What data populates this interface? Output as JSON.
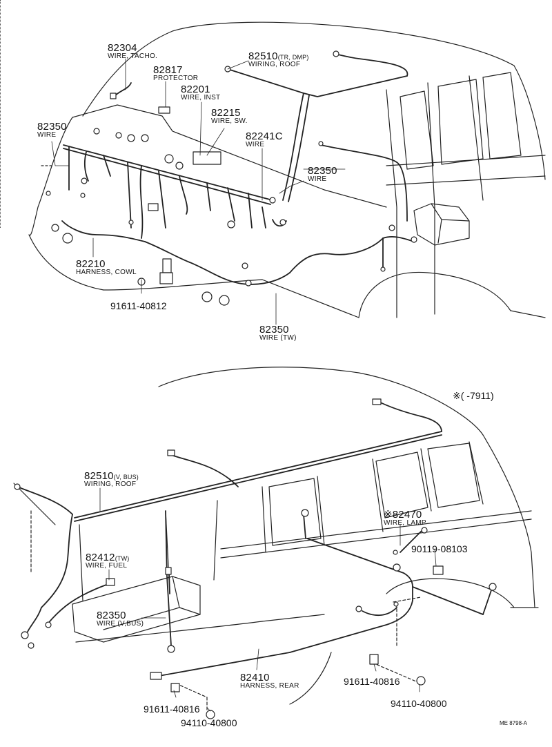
{
  "top": {
    "labels": [
      {
        "id": "82304",
        "num": "82304",
        "desc": "WIRE, TACHO."
      },
      {
        "id": "82817",
        "num": "82817",
        "desc": "PROTECTOR"
      },
      {
        "id": "82201",
        "num": "82201",
        "desc": "WIRE, INST"
      },
      {
        "id": "82215",
        "num": "82215",
        "desc": "WIRE, SW."
      },
      {
        "id": "82510-tr",
        "num": "82510",
        "sub": "(TR, DMP)",
        "desc": "WIRING, ROOF"
      },
      {
        "id": "82350-left",
        "num": "82350",
        "desc": "WIRE"
      },
      {
        "id": "82241c",
        "num": "82241C",
        "desc": "WIRE"
      },
      {
        "id": "82350-right",
        "num": "82350",
        "desc": "WIRE"
      },
      {
        "id": "82210",
        "num": "82210",
        "desc": "HARNESS, COWL"
      },
      {
        "id": "91611-40812",
        "num": "91611-40812",
        "desc": ""
      },
      {
        "id": "82350-tw",
        "num": "82350",
        "desc": "WIRE (TW)"
      }
    ]
  },
  "bottom": {
    "note": "※(     -7911)",
    "labels": [
      {
        "id": "82510-vbus",
        "num": "82510",
        "sub": "(V, BUS)",
        "desc": "WIRING, ROOF"
      },
      {
        "id": "82470",
        "num": "※82470",
        "desc": "WIRE, LAMP"
      },
      {
        "id": "90119-08103",
        "num": "90119-08103",
        "desc": ""
      },
      {
        "id": "82412",
        "num": "82412",
        "sub": "(TW)",
        "desc": "WIRE, FUEL"
      },
      {
        "id": "82350-vbus",
        "num": "82350",
        "desc": "WIRE (V,BUS)"
      },
      {
        "id": "82410",
        "num": "82410",
        "desc": "HARNESS, REAR"
      },
      {
        "id": "91611-40816-a",
        "num": "91611-40816",
        "desc": ""
      },
      {
        "id": "94110-40800-a",
        "num": "94110-40800",
        "desc": ""
      },
      {
        "id": "91611-40816-b",
        "num": "91611-40816",
        "desc": ""
      },
      {
        "id": "94110-40800-b",
        "num": "94110-40800",
        "desc": ""
      }
    ]
  },
  "drawing_code": "ME 8798-A",
  "colors": {
    "ink": "#111111",
    "paper": "#ffffff"
  }
}
